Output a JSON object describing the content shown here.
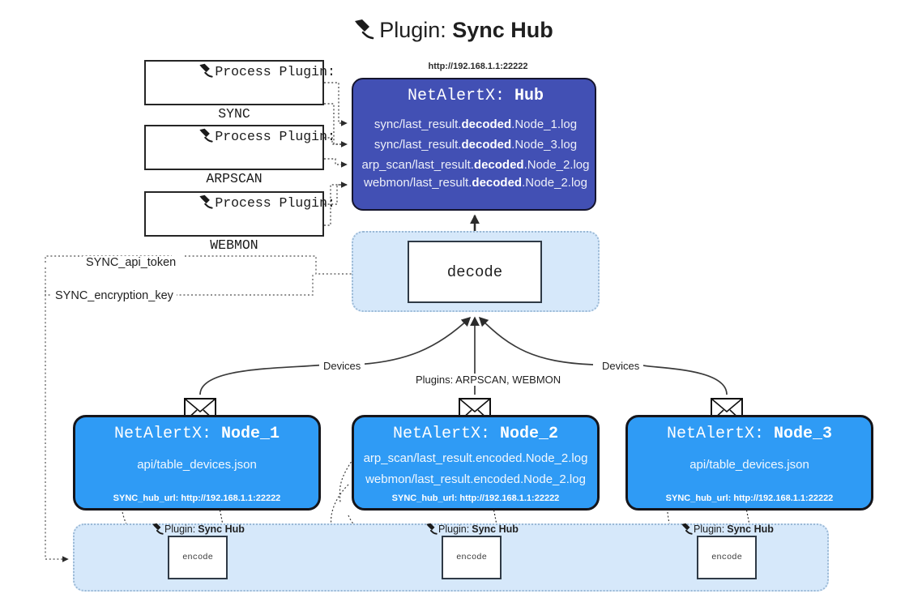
{
  "title": {
    "icon": "plug-icon",
    "prefix": "Plugin: ",
    "name": "Sync Hub"
  },
  "hub": {
    "url": "http://192.168.1.1:22222",
    "title_prefix": "NetAlertX: ",
    "title_name": "Hub",
    "lines": [
      {
        "pre": "sync/last_result.",
        "mid": "decoded",
        "post": ".Node_1.log"
      },
      {
        "pre": "sync/last_result.",
        "mid": "decoded",
        "post": ".Node_3.log"
      },
      {
        "pre": "arp_scan/last_result.",
        "mid": "decoded",
        "post": ".Node_2.log"
      },
      {
        "pre": "webmon/last_result.",
        "mid": "decoded",
        "post": ".Node_2.log"
      }
    ]
  },
  "process_plugins": [
    {
      "icon": "plug-icon",
      "line1": "Process Plugin:",
      "line2": "SYNC"
    },
    {
      "icon": "plug-icon",
      "line1": "Process Plugin:",
      "line2": "ARPSCAN"
    },
    {
      "icon": "plug-icon",
      "line1": "Process Plugin:",
      "line2": "WEBMON"
    }
  ],
  "decode": {
    "label": "decode"
  },
  "keys": {
    "api_token": "SYNC_api_token",
    "encryption_key": "SYNC_encryption_key"
  },
  "edges": {
    "devices_left": "Devices",
    "devices_right": "Devices",
    "plugins_mid": "Plugins: ARPSCAN, WEBMON"
  },
  "nodes": [
    {
      "title_prefix": "NetAlertX: ",
      "title_name": "Node_1",
      "lines": [
        "api/table_devices.json"
      ],
      "footer": "SYNC_hub_url: http://192.168.1.1:22222",
      "mail_icon": "envelope-icon"
    },
    {
      "title_prefix": "NetAlertX: ",
      "title_name": "Node_2",
      "lines": [
        "arp_scan/last_result.encoded.Node_2.log",
        "webmon/last_result.encoded.Node_2.log"
      ],
      "footer": "SYNC_hub_url: http://192.168.1.1:22222",
      "mail_icon": "envelope-icon"
    },
    {
      "title_prefix": "NetAlertX: ",
      "title_name": "Node_3",
      "lines": [
        "api/table_devices.json"
      ],
      "footer": "SYNC_hub_url: http://192.168.1.1:22222",
      "mail_icon": "envelope-icon"
    }
  ],
  "encoders": [
    {
      "caption_prefix": "Plugin:",
      "caption_name": "Sync Hub",
      "label": "encode",
      "icon": "plug-icon"
    },
    {
      "caption_prefix": "Plugin:",
      "caption_name": "Sync Hub",
      "label": "encode",
      "icon": "plug-icon"
    },
    {
      "caption_prefix": "Plugin:",
      "caption_name": "Sync Hub",
      "label": "encode",
      "icon": "plug-icon"
    }
  ],
  "colors": {
    "hub": "#4250b4",
    "node": "#2f9bf5",
    "band": "#d6e8fa",
    "band_border": "#9bb9d6",
    "stroke": "#2f3a46",
    "background": "#ffffff"
  }
}
